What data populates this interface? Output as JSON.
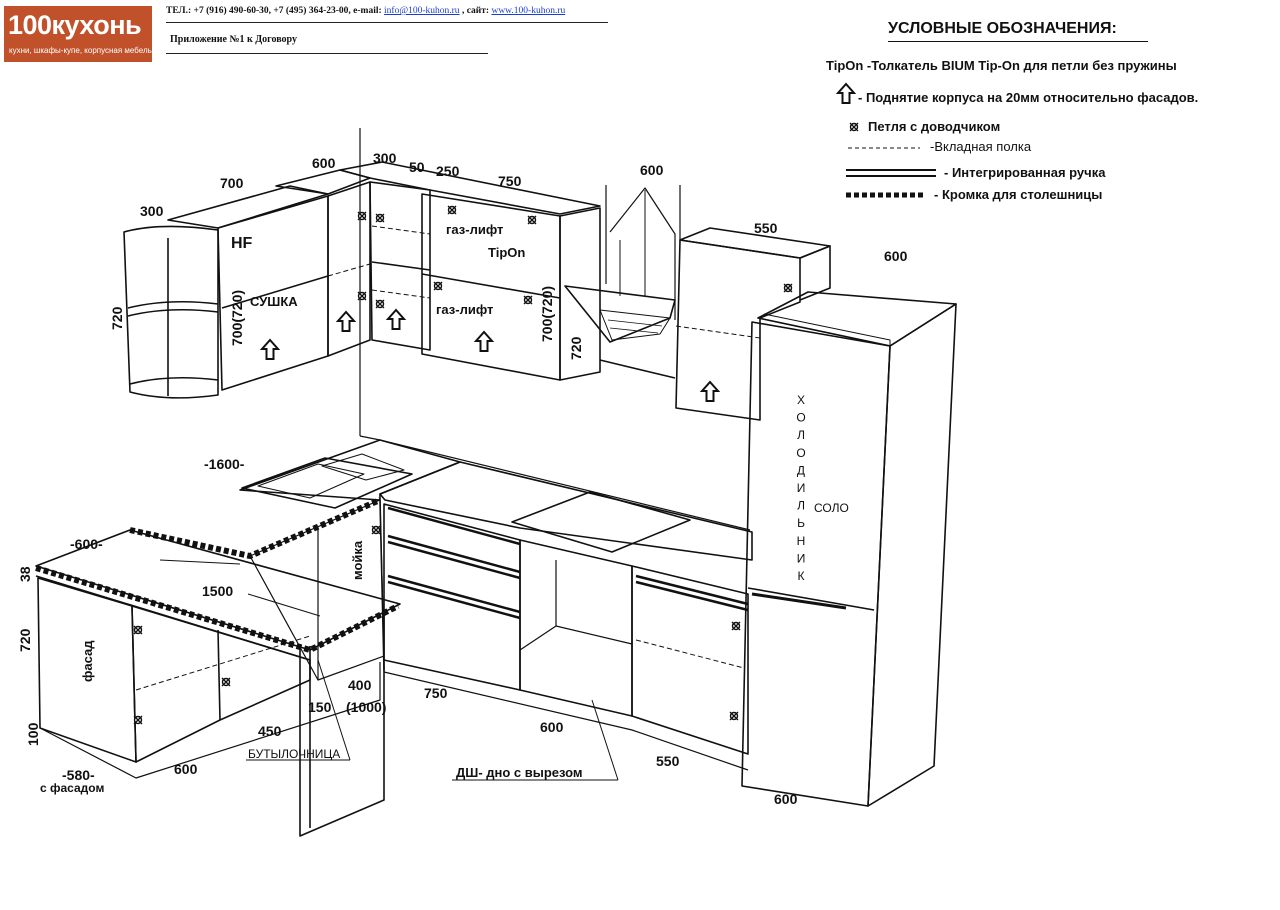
{
  "header": {
    "logo_text": "100кухонь",
    "logo_tagline": "кухни, шкафы-купе, корпусная мебель",
    "contact_prefix": "ТЕЛ.: +7 (916) 490-60-30, +7 (495) 364-23-00, e-mail: ",
    "contact_email": "info@100-kuhon.ru",
    "contact_mid": " , сайт: ",
    "contact_site": "www.100-kuhon.ru",
    "appendix": "Приложение №1 к Договору"
  },
  "legend": {
    "title": "УСЛОВНЫЕ ОБОЗНАЧЕНИЯ:",
    "tipon": "TipOn  -Толкатель BIUM Tip-On  для петли без пружины",
    "lift": "-  Поднятие корпуса на 20мм относительно фасадов.",
    "hinge": "Петля   с доводчиком",
    "shelf": "-Вкладная полка",
    "handle": "- Интегрированная ручка",
    "edge": "- Кромка для столешницы"
  },
  "dimensions": {
    "d300a": "300",
    "d700": "700",
    "d600a": "600",
    "d300b": "300",
    "d50": "50",
    "d250": "250",
    "d750a": "750",
    "d600hood": "600",
    "d550a": "550",
    "d600fr": "600",
    "d720a": "720",
    "d700_720a": "700(720)",
    "d700_720b": "700(720)",
    "d720b": "720",
    "d1600": "-1600-",
    "d600b": "-600-",
    "d38": "38",
    "d1500": "1500",
    "d720c": "720",
    "d100": "100",
    "d580": "-580-",
    "d580sub": "с фасадом",
    "d600c": "600",
    "d450": "450",
    "d150": "150",
    "d400": "400",
    "d1000": "(1000)",
    "d750b": "750",
    "d600d": "600",
    "d550b": "550",
    "d600e": "600"
  },
  "labels": {
    "hf": "HF",
    "drying": "СУШКА",
    "gaslift1": "газ-лифт",
    "tipon": "TipOn",
    "gaslift2": "газ-лифт",
    "sink": "мойка",
    "facade": "фасад",
    "bottle": "БУТЫЛОЧНИЦА",
    "dsh": "ДШ- дно с вырезом",
    "fridge_letters": [
      "Х",
      "О",
      "Л",
      "О",
      "Д",
      "И",
      "Л",
      "Ь",
      "Н",
      "И",
      "К"
    ],
    "solo": "СОЛО"
  },
  "colors": {
    "logo_bg": "#c0512a",
    "link": "#1a3fd0"
  }
}
